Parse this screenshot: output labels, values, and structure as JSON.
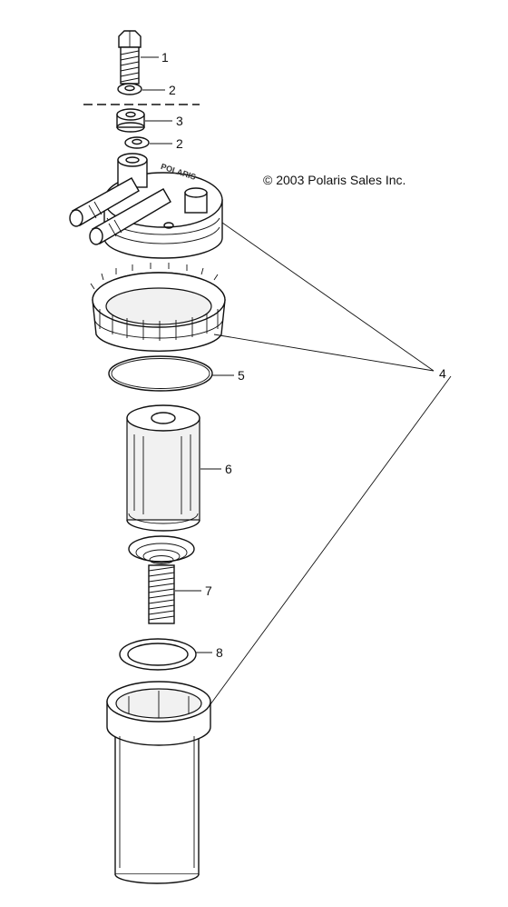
{
  "copyright": "© 2003 Polaris Sales Inc.",
  "callouts": {
    "bolt": "1",
    "upper_washer": "2",
    "spacer": "3",
    "lower_washer": "2",
    "assembly": "4",
    "o_ring": "5",
    "filter_element": "6",
    "spring": "7",
    "gasket": "8"
  }
}
